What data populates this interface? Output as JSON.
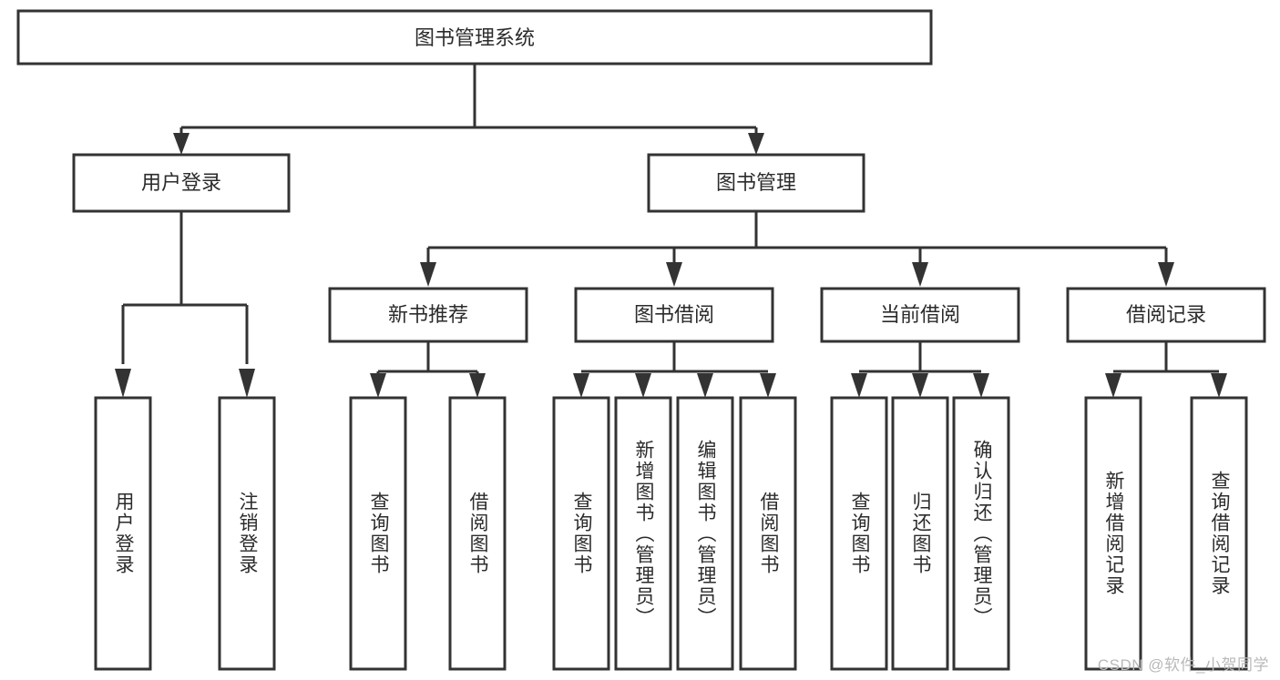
{
  "diagram": {
    "type": "tree",
    "title": "图书管理系统",
    "root": {
      "id": "root",
      "label": "图书管理系统"
    },
    "level2": [
      {
        "id": "user-login",
        "label": "用户登录"
      },
      {
        "id": "book-manage",
        "label": "图书管理"
      }
    ],
    "level3": [
      {
        "id": "new-book-recommend",
        "label": "新书推荐"
      },
      {
        "id": "book-borrow",
        "label": "图书借阅"
      },
      {
        "id": "current-borrow",
        "label": "当前借阅"
      },
      {
        "id": "borrow-record",
        "label": "借阅记录"
      }
    ],
    "leaves": {
      "user_login": [
        {
          "id": "leaf-user-login",
          "label": "用户登录"
        },
        {
          "id": "leaf-user-logout",
          "label": "注销登录"
        }
      ],
      "new_book_recommend": [
        {
          "id": "leaf-query-book-1",
          "label": "查询图书"
        },
        {
          "id": "leaf-borrow-book-1",
          "label": "借阅图书"
        }
      ],
      "book_borrow": [
        {
          "id": "leaf-query-book-2",
          "label": "查询图书"
        },
        {
          "id": "leaf-add-book",
          "label": "新增图书（管理员）"
        },
        {
          "id": "leaf-edit-book",
          "label": "编辑图书（管理员）"
        },
        {
          "id": "leaf-borrow-book-2",
          "label": "借阅图书"
        }
      ],
      "current_borrow": [
        {
          "id": "leaf-query-book-3",
          "label": "查询图书"
        },
        {
          "id": "leaf-return-book",
          "label": "归还图书"
        },
        {
          "id": "leaf-confirm-return",
          "label": "确认归还（管理员）"
        }
      ],
      "borrow_record": [
        {
          "id": "leaf-add-record",
          "label": "新增借阅记录"
        },
        {
          "id": "leaf-query-record",
          "label": "查询借阅记录"
        }
      ]
    }
  },
  "watermark": {
    "text": "CSDN @软件_小贺同学"
  },
  "colors": {
    "box_stroke": "#333333",
    "box_fill": "#ffffff",
    "text": "#2b2b2b",
    "watermark": "#b9b9b9",
    "background": "#ffffff"
  }
}
